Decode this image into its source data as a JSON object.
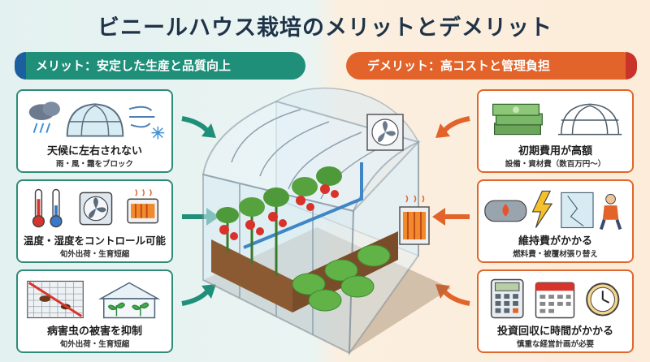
{
  "title": "ビニールハウス栽培のメリットとデメリット",
  "merit": {
    "banner": "メリット：安定した生産と品質向上",
    "color": "#1f8f7a",
    "cards": [
      {
        "title": "天候に左右されない",
        "sub": "雨・風・霜をブロック",
        "icons": [
          "rain-cloud-icon",
          "greenhouse-dome-icon",
          "wind-icon",
          "snowflake-icon"
        ]
      },
      {
        "title": "温度・湿度をコントロール可能",
        "sub": "旬外出荷・生育短縮",
        "icons": [
          "thermometer-icon",
          "fan-icon",
          "heater-icon"
        ]
      },
      {
        "title": "病害虫の被害を抑制",
        "sub": "旬外出荷・生育短縮",
        "icons": [
          "insect-net-icon",
          "sprout-house-icon"
        ]
      }
    ]
  },
  "demerit": {
    "banner": "デメリット：高コストと管理負担",
    "color": "#e2642a",
    "cards": [
      {
        "title": "初期費用が高額",
        "sub": "設備・資材費（数百万円〜）",
        "icons": [
          "money-stack-icon",
          "greenhouse-frame-icon"
        ]
      },
      {
        "title": "維持費がかかる",
        "sub": "燃料費・被覆材張り替え",
        "icons": [
          "fuel-tank-icon",
          "electricity-icon",
          "torn-film-icon",
          "worker-icon"
        ]
      },
      {
        "title": "投資回収に時間がかかる",
        "sub": "慎重な経営計画が必要",
        "icons": [
          "calculator-icon",
          "calendar-icon",
          "clock-icon"
        ]
      }
    ]
  }
}
